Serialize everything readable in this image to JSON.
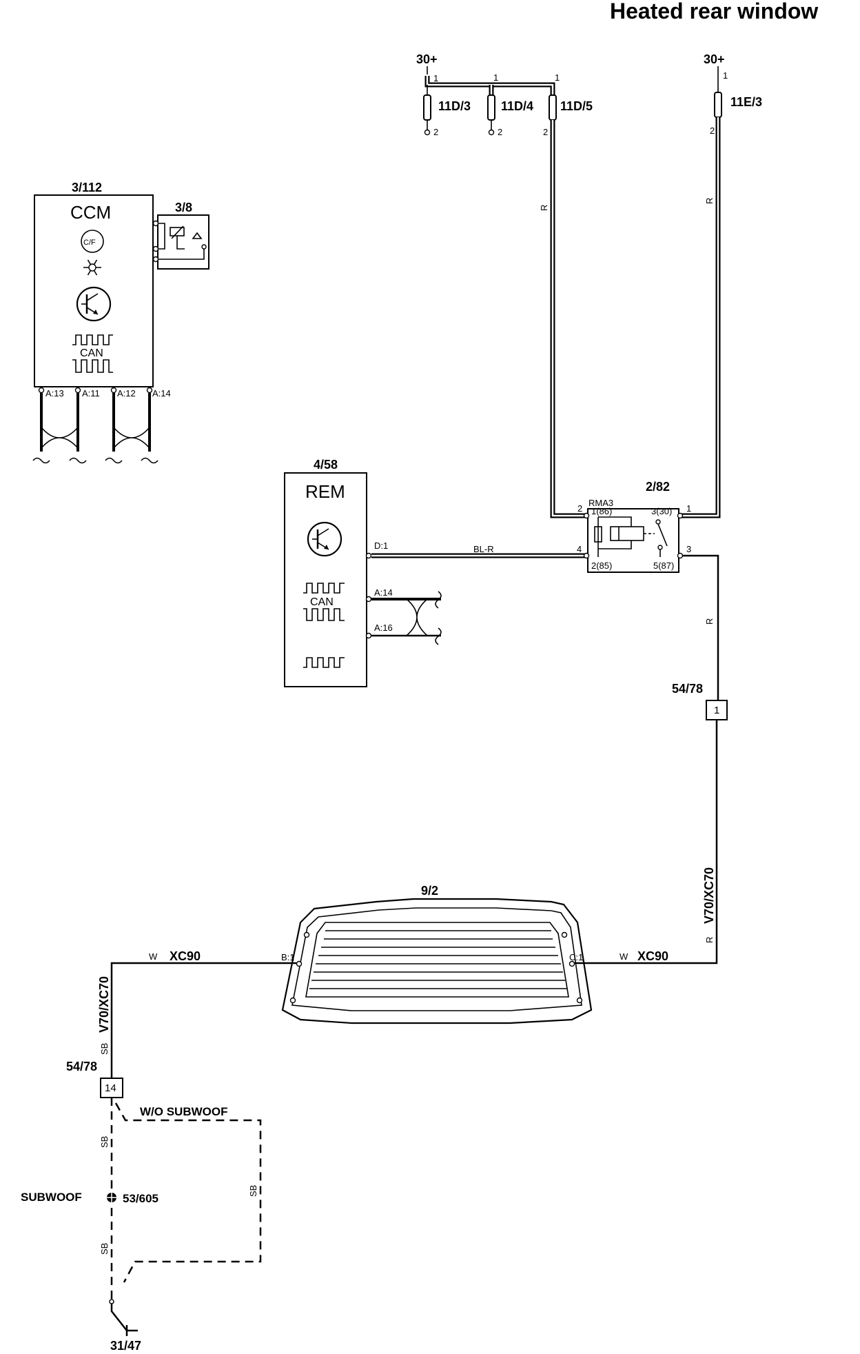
{
  "title": "Heated rear window",
  "power": {
    "left": "30+",
    "right": "30+"
  },
  "fuses": {
    "f1": "11D/3",
    "f2": "11D/4",
    "f3": "11D/5",
    "f4": "11E/3",
    "pin_top": "1",
    "pin_bottom": "2"
  },
  "ccm": {
    "id": "3/112",
    "name": "CCM",
    "sensor_id": "3/8",
    "button_label": "C/F",
    "can_label": "CAN",
    "pins": [
      "A:13",
      "A:11",
      "A:12",
      "A:14"
    ]
  },
  "rem": {
    "id": "4/58",
    "name": "REM",
    "can_label": "CAN",
    "pins": {
      "d1": "D:1",
      "a14": "A:14",
      "a16": "A:16"
    }
  },
  "relay": {
    "id": "2/82",
    "name": "RMA3",
    "pins": {
      "p1_86": "1(86)",
      "p3_30": "3(30)",
      "p2_85": "2(85)",
      "p5_87": "5(87)",
      "ext2": "2",
      "ext1": "1",
      "ext4": "4",
      "ext3": "3"
    }
  },
  "connector": {
    "id": "54/78",
    "pin_top": "1",
    "pin_bottom": "14"
  },
  "window": {
    "id": "9/2",
    "pin_left": "B:1",
    "pin_right": "C:1"
  },
  "wires": {
    "r": "R",
    "blr": "BL-R",
    "w": "W",
    "sb": "SB",
    "v70": "V70/XC70",
    "xc90": "XC90"
  },
  "ground": {
    "id": "31/47",
    "splice_id": "53/605",
    "subwoof": "SUBWOOF",
    "wo_subwoof": "W/O SUBWOOF"
  }
}
